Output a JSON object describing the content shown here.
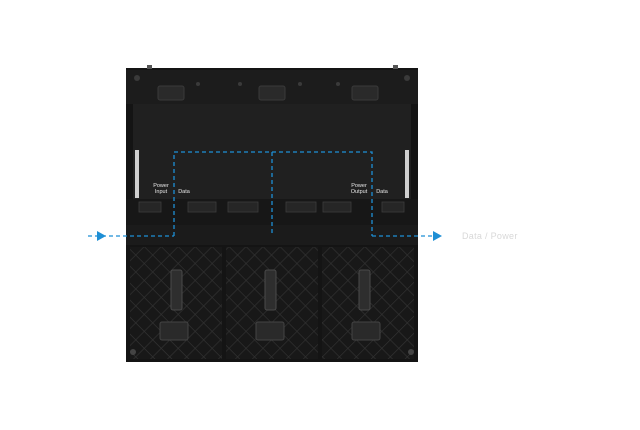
{
  "panel": {
    "power_input_label": "Power\nInput",
    "data_in_label": "Data",
    "power_output_label": "Power\nOutput",
    "data_out_label": "Data"
  },
  "connection_note": "Data / Power",
  "colors": {
    "background": "#ffffff",
    "cabinet": "#141414",
    "cabinet_upper": "#202020",
    "module_grid": "#2c2c2c",
    "connection_line": "#1e8fd5",
    "label_text": "#e6e6e6"
  }
}
